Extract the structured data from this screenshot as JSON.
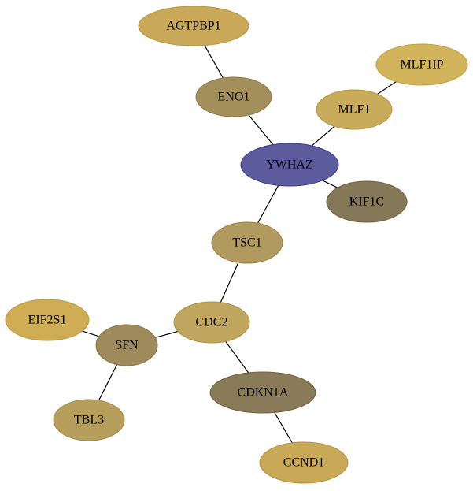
{
  "nodes": [
    {
      "id": "AGTPBP1",
      "label": "AGTPBP1",
      "fill": "#c9a959",
      "stroke": "#b89738"
    },
    {
      "id": "ENO1",
      "label": "ENO1",
      "fill": "#a38f5c",
      "stroke": "#8f7b47"
    },
    {
      "id": "MLF1IP",
      "label": "MLF1IP",
      "fill": "#d2b45c",
      "stroke": "#bf9f3f"
    },
    {
      "id": "MLF1",
      "label": "MLF1",
      "fill": "#c9ac5b",
      "stroke": "#b6973d"
    },
    {
      "id": "YWHAZ",
      "label": "YWHAZ",
      "fill": "#5b5b9e",
      "stroke": "#3c3c86"
    },
    {
      "id": "KIF1C",
      "label": "KIF1C",
      "fill": "#857858",
      "stroke": "#6e6240"
    },
    {
      "id": "TSC1",
      "label": "TSC1",
      "fill": "#b19a5f",
      "stroke": "#9d8545"
    },
    {
      "id": "EIF2S1",
      "label": "EIF2S1",
      "fill": "#cfad55",
      "stroke": "#bb9838"
    },
    {
      "id": "CDC2",
      "label": "CDC2",
      "fill": "#c1a65f",
      "stroke": "#ad9043"
    },
    {
      "id": "SFN",
      "label": "SFN",
      "fill": "#9e8a5b",
      "stroke": "#887443"
    },
    {
      "id": "CDKN1A",
      "label": "CDKN1A",
      "fill": "#8a7b58",
      "stroke": "#726440"
    },
    {
      "id": "TBL3",
      "label": "TBL3",
      "fill": "#b69f5d",
      "stroke": "#a18843"
    },
    {
      "id": "CCND1",
      "label": "CCND1",
      "fill": "#c8a958",
      "stroke": "#b5953c"
    }
  ],
  "edges": [
    {
      "source": "AGTPBP1",
      "target": "ENO1"
    },
    {
      "source": "ENO1",
      "target": "YWHAZ"
    },
    {
      "source": "MLF1IP",
      "target": "MLF1"
    },
    {
      "source": "MLF1",
      "target": "YWHAZ"
    },
    {
      "source": "YWHAZ",
      "target": "KIF1C"
    },
    {
      "source": "YWHAZ",
      "target": "TSC1"
    },
    {
      "source": "TSC1",
      "target": "CDC2"
    },
    {
      "source": "CDC2",
      "target": "SFN"
    },
    {
      "source": "CDC2",
      "target": "CDKN1A"
    },
    {
      "source": "EIF2S1",
      "target": "SFN"
    },
    {
      "source": "SFN",
      "target": "TBL3"
    },
    {
      "source": "CDKN1A",
      "target": "CCND1"
    }
  ]
}
